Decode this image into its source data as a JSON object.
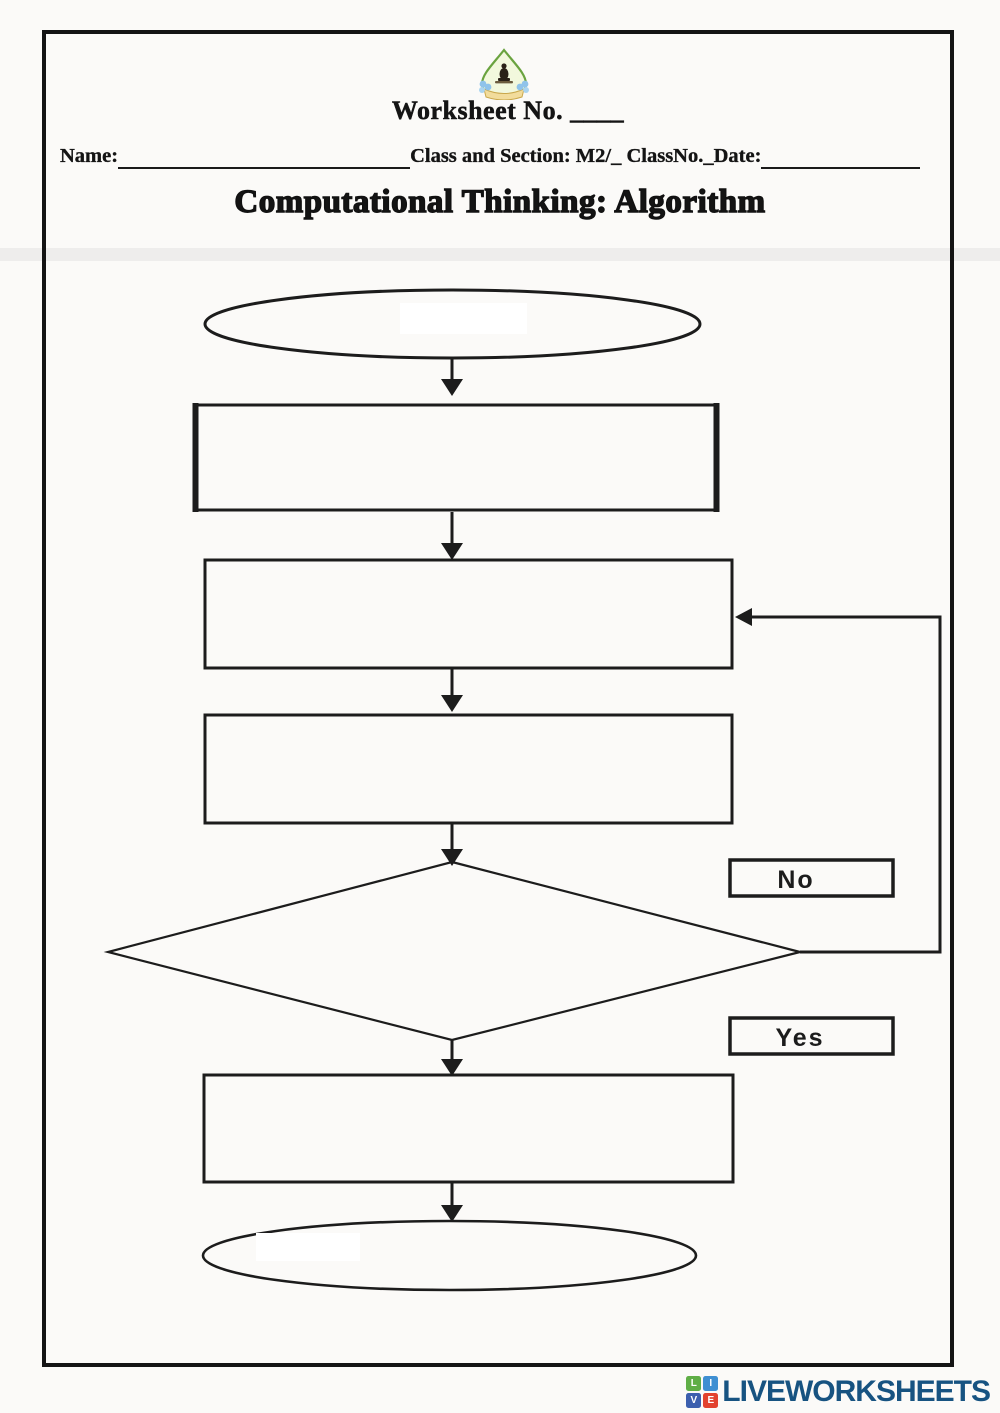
{
  "header": {
    "worksheet_label": "Worksheet No. ____",
    "name_label": "Name:",
    "class_section_label": "Class and Section: M2/_ ClassNo._Date:",
    "title": "Computational Thinking: Algorithm",
    "logo": {
      "icon_name": "school-crest-icon",
      "drop_fill": "#f2f8dd",
      "drop_stroke": "#6aa33f",
      "flower_color": "#8fc3ea",
      "banner_color": "#f2dc9b"
    }
  },
  "flowchart": {
    "stroke_color": "#1c1c1c",
    "no_label": "No",
    "yes_label": "Yes",
    "shapes": [
      {
        "type": "terminator",
        "role": "start",
        "text": ""
      },
      {
        "type": "process",
        "role": "step-1",
        "text": ""
      },
      {
        "type": "process",
        "role": "step-2-loop-target",
        "text": ""
      },
      {
        "type": "process",
        "role": "step-3",
        "text": ""
      },
      {
        "type": "decision",
        "role": "condition",
        "text": ""
      },
      {
        "type": "process",
        "role": "step-4",
        "text": ""
      },
      {
        "type": "terminator",
        "role": "end",
        "text": ""
      }
    ],
    "branches": {
      "no_loops_back_to": "step-2-loop-target",
      "yes_continues_to": "step-4"
    }
  },
  "footer": {
    "brand": "LIVEWORKSHEETS",
    "brand_color": "#175381",
    "icon": {
      "letters": [
        "L",
        "I",
        "V",
        "E"
      ],
      "colors": [
        "#5fae46",
        "#3f8fd2",
        "#3c5fae",
        "#e2422f"
      ]
    }
  }
}
